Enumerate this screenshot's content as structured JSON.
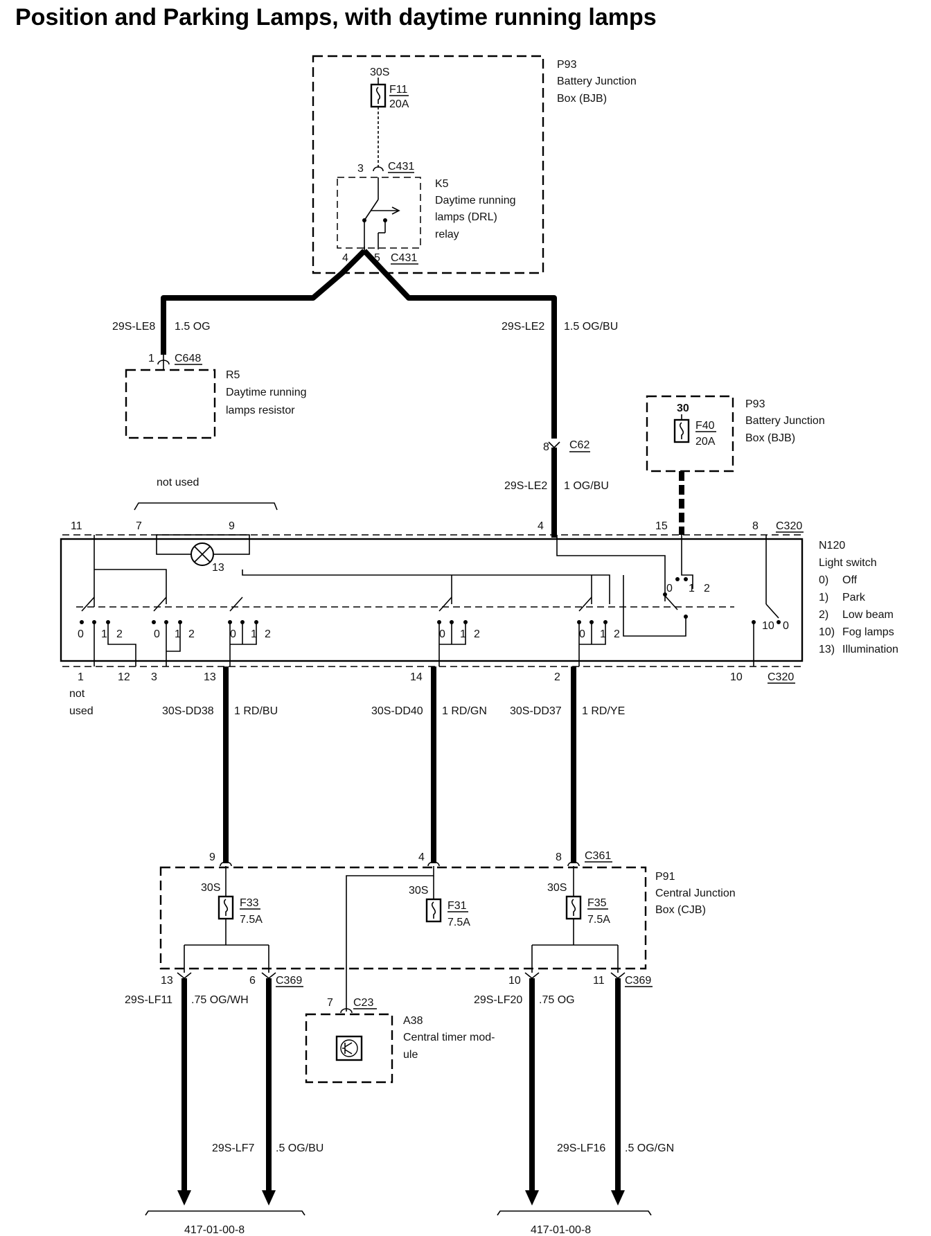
{
  "title": "Position and Parking Lamps, with daytime running lamps",
  "bjb_top": {
    "id": "P93",
    "line1": "Battery Junction",
    "line2": "Box (BJB)",
    "supply": "30S",
    "fuse": "F11",
    "rating": "20A"
  },
  "relay": {
    "pin3": "3",
    "conn_top": "C431",
    "id": "K5",
    "line1": "Daytime running",
    "line2": "lamps (DRL)",
    "line3": "relay",
    "pin4": "4",
    "pin5": "5",
    "conn_bot": "C431"
  },
  "wire_le8": {
    "circuit": "29S-LE8",
    "spec": "1.5 OG"
  },
  "wire_le2": {
    "circuit": "29S-LE2",
    "spec": "1.5 OG/BU"
  },
  "resistor": {
    "pin": "1",
    "conn": "C648",
    "id": "R5",
    "line1": "Daytime running",
    "line2": "lamps resistor"
  },
  "c62": {
    "pin": "8",
    "conn": "C62"
  },
  "wire_le2b": {
    "circuit": "29S-LE2",
    "spec": "1 OG/BU"
  },
  "bjb_right": {
    "id": "P93",
    "line1": "Battery Junction",
    "line2": "Box (BJB)",
    "supply": "30",
    "fuse": "F40",
    "rating": "20A"
  },
  "not_used_top": "not used",
  "switch_top_pins": [
    "11",
    "7",
    "9",
    "4",
    "15",
    "8"
  ],
  "c320_top": "C320",
  "lamp_num": "13",
  "light_switch": {
    "id": "N120",
    "name": "Light switch",
    "legend": [
      {
        "num": "0)",
        "label": "Off"
      },
      {
        "num": "1)",
        "label": "Park"
      },
      {
        "num": "2)",
        "label": "Low beam"
      },
      {
        "num": "10)",
        "label": "Fog lamps"
      },
      {
        "num": "13)",
        "label": "Illumination"
      }
    ]
  },
  "pos_labels": {
    "p0": "0",
    "p1": "1",
    "p2": "2",
    "p10": "10"
  },
  "switch_bottom_pins": [
    "1",
    "12",
    "3",
    "13",
    "14",
    "2",
    "10"
  ],
  "c320_bottom": "C320",
  "not_used_left": {
    "line1": "not",
    "line2": "used"
  },
  "wire_dd38": {
    "circuit": "30S-DD38",
    "spec": "1 RD/BU"
  },
  "wire_dd40": {
    "circuit": "30S-DD40",
    "spec": "1 RD/GN"
  },
  "wire_dd37": {
    "circuit": "30S-DD37",
    "spec": "1 RD/YE"
  },
  "c361": {
    "pins": [
      "9",
      "4",
      "8"
    ],
    "conn": "C361"
  },
  "cjb": {
    "id": "P91",
    "line1": "Central Junction",
    "line2": "Box (CJB)",
    "fuses": [
      {
        "supply": "30S",
        "name": "F33",
        "rating": "7.5A"
      },
      {
        "supply": "30S",
        "name": "F31",
        "rating": "7.5A"
      },
      {
        "supply": "30S",
        "name": "F35",
        "rating": "7.5A"
      }
    ]
  },
  "c369_left": {
    "pin_a": "13",
    "pin_b": "6",
    "conn": "C369"
  },
  "c369_right": {
    "pin_a": "10",
    "pin_b": "11",
    "conn": "C369"
  },
  "wire_lf11": {
    "circuit": "29S-LF11",
    "spec": ".75 OG/WH"
  },
  "wire_lf20": {
    "circuit": "29S-LF20",
    "spec": ".75 OG"
  },
  "wire_lf7": {
    "circuit": "29S-LF7",
    "spec": ".5 OG/BU"
  },
  "wire_lf16": {
    "circuit": "29S-LF16",
    "spec": ".5 OG/GN"
  },
  "timer": {
    "pin": "7",
    "conn": "C23",
    "id": "A38",
    "line1": "Central timer mod-",
    "line2": "ule"
  },
  "refs": [
    "417-01-00-8",
    "417-01-00-8"
  ]
}
